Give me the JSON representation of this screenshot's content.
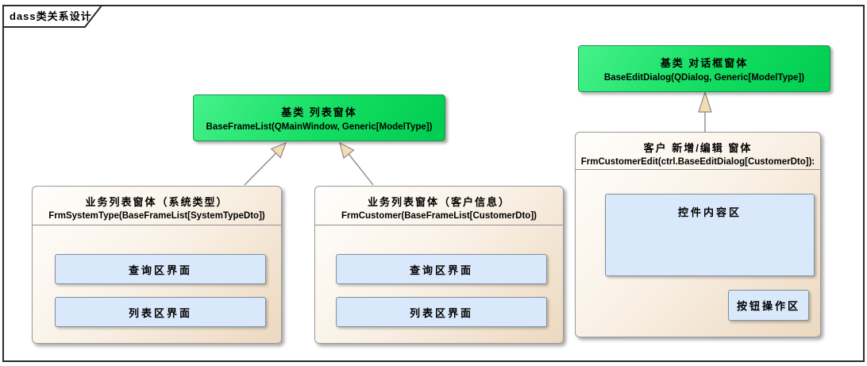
{
  "frame": {
    "title": "dass类关系设计"
  },
  "classes": {
    "base_list": {
      "title": "基类 列表窗体",
      "signature": "BaseFrameList(QMainWindow, Generic[ModelType])"
    },
    "base_dialog": {
      "title": "基类 对话框窗体",
      "signature": "BaseEditDialog(QDialog, Generic[ModelType])"
    },
    "frm_system_type": {
      "title": "业务列表窗体（系统类型）",
      "signature": "FrmSystemType(BaseFrameList[SystemTypeDto])",
      "regions": [
        "查询区界面",
        "列表区界面"
      ]
    },
    "frm_customer": {
      "title": "业务列表窗体（客户信息）",
      "signature": "FrmCustomer(BaseFrameList[CustomerDto])",
      "regions": [
        "查询区界面",
        "列表区界面"
      ]
    },
    "frm_customer_edit": {
      "title": "客户 新增/编辑 窗体",
      "signature": "FrmCustomerEdit(ctrl.BaseEditDialog[CustomerDto]):",
      "content_region": "控件内容区",
      "button_region": "按钮操作区"
    }
  },
  "relations": [
    {
      "from": "FrmSystemType",
      "to": "BaseFrameList",
      "type": "inheritance"
    },
    {
      "from": "FrmCustomer",
      "to": "BaseFrameList",
      "type": "inheritance"
    },
    {
      "from": "FrmCustomerEdit",
      "to": "BaseEditDialog",
      "type": "inheritance"
    }
  ],
  "palette": {
    "base_class_fill_start": "#46f18c",
    "base_class_fill_end": "#00cc52",
    "base_class_border": "#23914d",
    "business_fill_start": "#fffefb",
    "business_fill_end": "#ecd8bf",
    "business_border": "#9a9a9a",
    "region_fill": "#d9e8fa",
    "region_border": "#7e8e9d",
    "arrow_head_fill": "#f3ddb1",
    "arrow_line": "#8a8a8a",
    "frame_border": "#2b2b2b"
  }
}
